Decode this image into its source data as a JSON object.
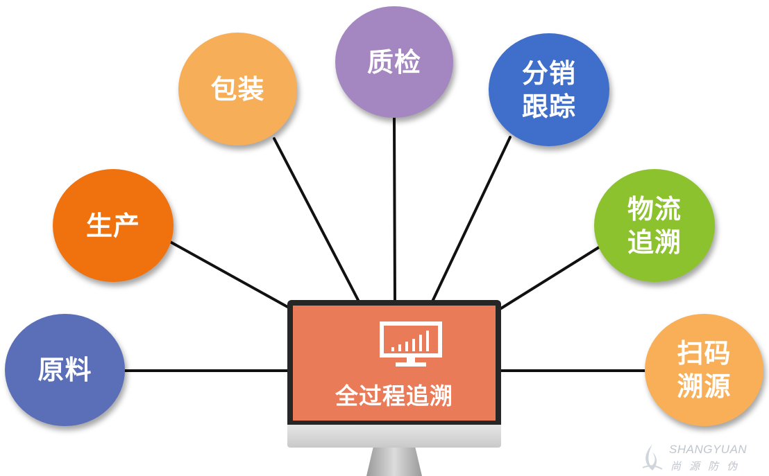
{
  "diagram": {
    "center": {
      "label": "全过程追溯",
      "icon": "monitor-chart-icon"
    },
    "nodes": [
      {
        "id": "raw",
        "label": "原料",
        "color": "#5a6fb8"
      },
      {
        "id": "produce",
        "label": "生产",
        "color": "#f0720e"
      },
      {
        "id": "package",
        "label": "包装",
        "color": "#f7ae59"
      },
      {
        "id": "qc",
        "label": "质检",
        "color": "#a486c1"
      },
      {
        "id": "dist",
        "label": "分销跟踪",
        "color": "#3f6fca"
      },
      {
        "id": "logistics",
        "label": "物流追溯",
        "color": "#8cc22e"
      },
      {
        "id": "scan",
        "label": "扫码溯源",
        "color": "#f8af58"
      }
    ]
  },
  "watermark": {
    "brand_en": "SHANGYUAN",
    "brand_cn": "尚源防伪"
  }
}
